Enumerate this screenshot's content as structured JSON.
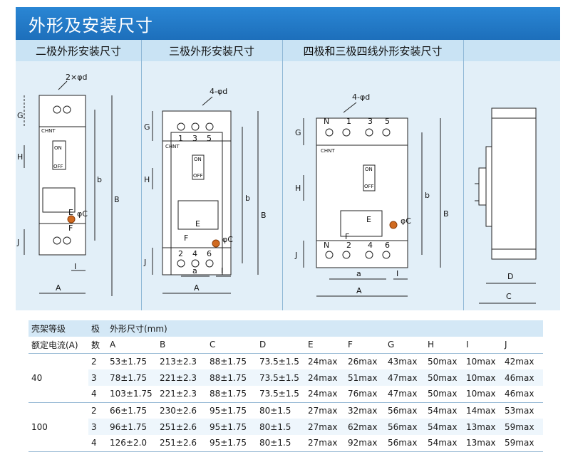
{
  "header": {
    "title": "外形及安装尺寸"
  },
  "panels": [
    {
      "label": "二极外形安装尺寸"
    },
    {
      "label": "三极外形安装尺寸"
    },
    {
      "label": "四极和三极四线外形安装尺寸"
    }
  ],
  "drawing_labels": {
    "p1": {
      "hole": "2×φd",
      "G": "G",
      "H": "H",
      "J": "J",
      "E": "E",
      "F": "F",
      "b": "b",
      "B": "B",
      "I": "I",
      "A": "A",
      "C": "φC",
      "brand": "CHNT",
      "on": "ON",
      "off": "OFF"
    },
    "p2": {
      "hole": "4-φd",
      "G": "G",
      "H": "H",
      "J": "J",
      "E": "E",
      "F": "F",
      "b": "b",
      "B": "B",
      "I": "I",
      "a": "a",
      "A": "A",
      "C": "φC",
      "brand": "CHNT",
      "on": "ON",
      "off": "OFF",
      "t1": "1",
      "t3": "3",
      "t5": "5",
      "t2": "2",
      "t4": "4",
      "t6": "6"
    },
    "p3": {
      "hole": "4-φd",
      "G": "G",
      "H": "H",
      "J": "J",
      "E": "E",
      "F": "F",
      "b": "b",
      "B": "B",
      "I": "I",
      "a": "a",
      "A": "A",
      "C": "φC",
      "brand": "CHNT",
      "on": "ON",
      "off": "OFF",
      "N1": "N",
      "t1": "1",
      "t3": "3",
      "t5": "5",
      "N2": "N",
      "t2": "2",
      "t4": "4",
      "t6": "6"
    },
    "p4": {
      "D": "D",
      "C": "C"
    }
  },
  "table": {
    "header1": {
      "frame": "壳架等级",
      "poles": "极",
      "dims": "外形尺寸(mm)"
    },
    "header2": {
      "current": "额定电流(A)",
      "count": "数",
      "cols": [
        "A",
        "B",
        "C",
        "D",
        "E",
        "F",
        "G",
        "H",
        "I",
        "J"
      ]
    },
    "groups": [
      {
        "current": "40",
        "rows": [
          {
            "poles": "2",
            "values": [
              "53±1.75",
              "213±2.3",
              "88±1.75",
              "73.5±1.5",
              "24max",
              "26max",
              "43max",
              "50max",
              "10max",
              "42max"
            ]
          },
          {
            "poles": "3",
            "values": [
              "78±1.75",
              "221±2.3",
              "88±1.75",
              "73.5±1.5",
              "24max",
              "51max",
              "47max",
              "50max",
              "10max",
              "46max"
            ]
          },
          {
            "poles": "4",
            "values": [
              "103±1.75",
              "221±2.3",
              "88±1.75",
              "73.5±1.5",
              "24max",
              "76max",
              "47max",
              "50max",
              "10max",
              "46max"
            ]
          }
        ]
      },
      {
        "current": "100",
        "rows": [
          {
            "poles": "2",
            "values": [
              "66±1.75",
              "230±2.6",
              "95±1.75",
              "80±1.5",
              "27max",
              "32max",
              "56max",
              "54max",
              "14max",
              "53max"
            ]
          },
          {
            "poles": "3",
            "values": [
              "96±1.75",
              "251±2.6",
              "95±1.75",
              "80±1.5",
              "27max",
              "62max",
              "56max",
              "54max",
              "13max",
              "59max"
            ]
          },
          {
            "poles": "4",
            "values": [
              "126±2.0",
              "251±2.6",
              "95±1.75",
              "80±1.5",
              "27max",
              "92max",
              "56max",
              "54max",
              "13max",
              "59max"
            ]
          }
        ]
      }
    ]
  }
}
